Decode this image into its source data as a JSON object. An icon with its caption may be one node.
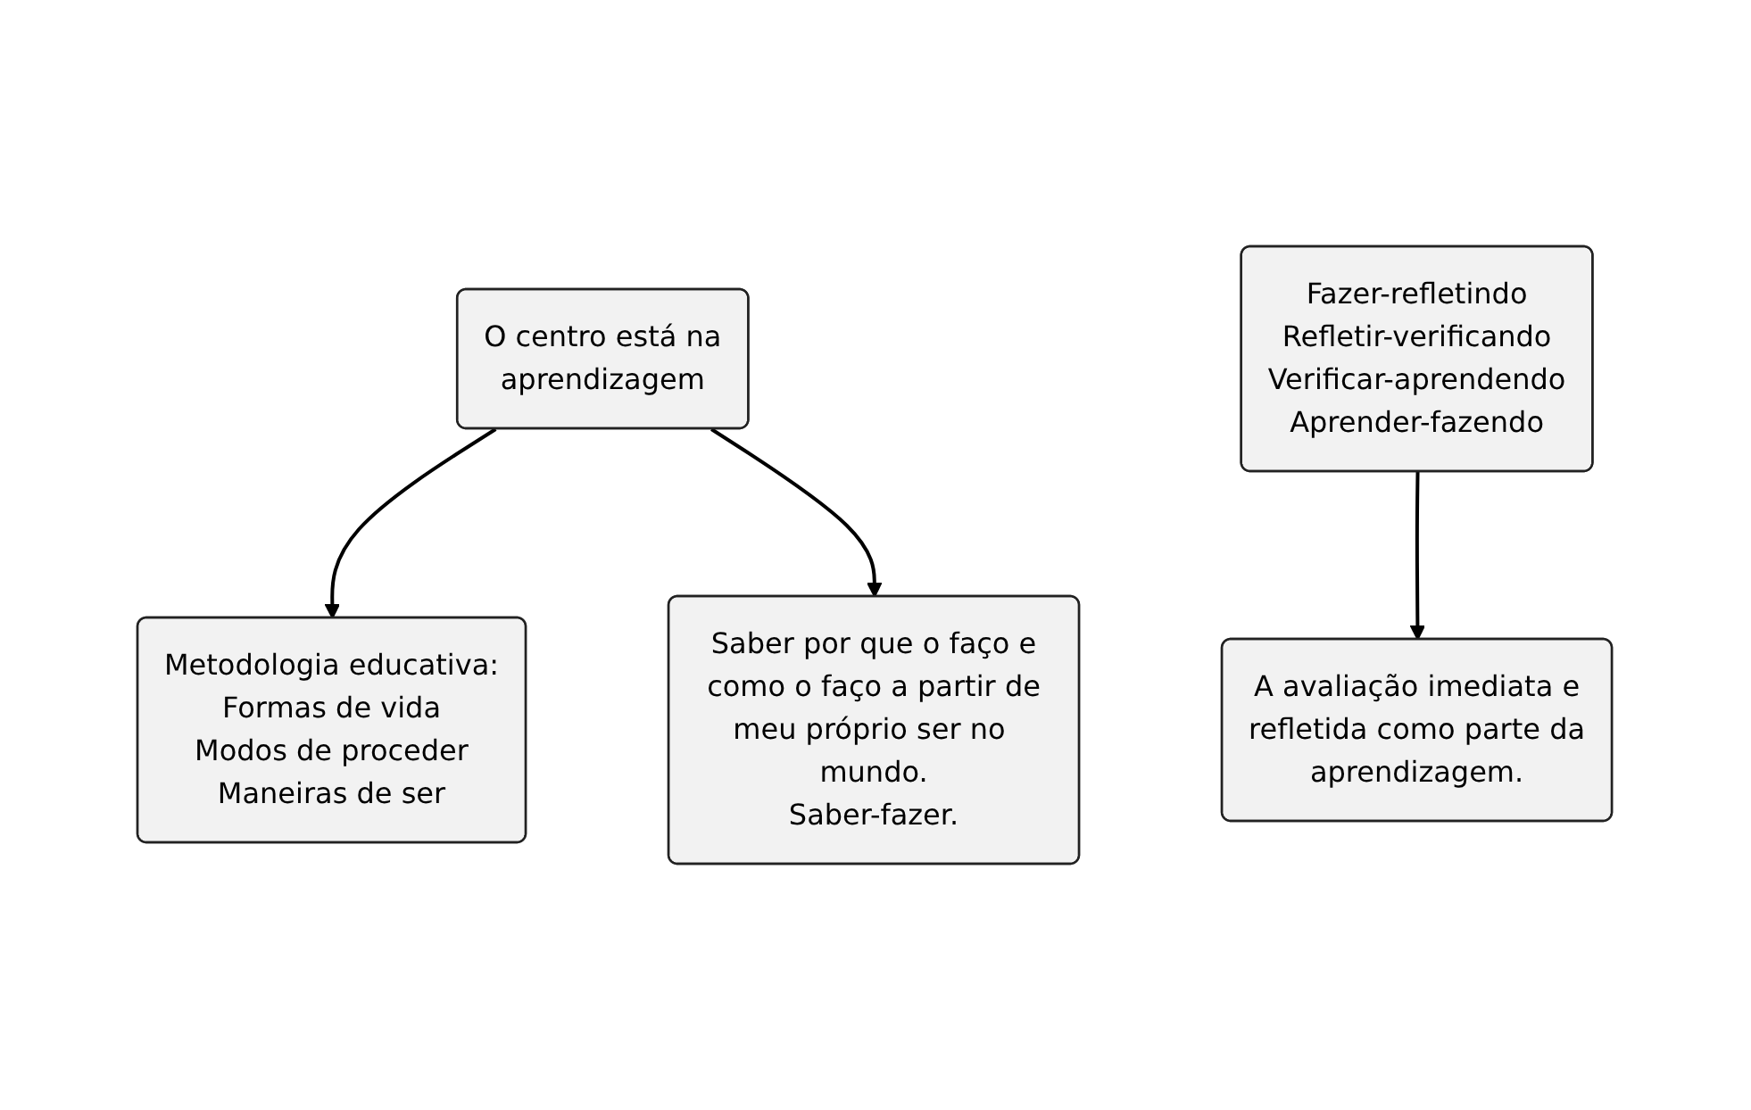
{
  "diagram": {
    "nodes": [
      {
        "text": [
          "Metodologia educativa:",
          "Formas de vida",
          "Modos de proceder",
          "Maneiras de ser"
        ]
      },
      {
        "text": [
          "Saber por que o faço e como o faço a partir de meu próprio ser no mundo. Saber-fazer."
        ]
      },
      {
        "text": [
          "O centro está na aprendizagem"
        ]
      },
      {
        "text": [
          "Fazer-refletindo",
          "Refletir-verificando",
          "Verificar-aprendendo",
          "Aprender-fazendo"
        ]
      },
      {
        "text": [
          "A avaliação imediata e refletida como parte da aprendizagem."
        ]
      }
    ],
    "edges": [
      {
        "from": 2,
        "to": 0,
        "arrow": "to"
      },
      {
        "from": 2,
        "to": 1,
        "arrow": "to"
      },
      {
        "from": 3,
        "to": 4,
        "arrow": "to"
      }
    ]
  }
}
